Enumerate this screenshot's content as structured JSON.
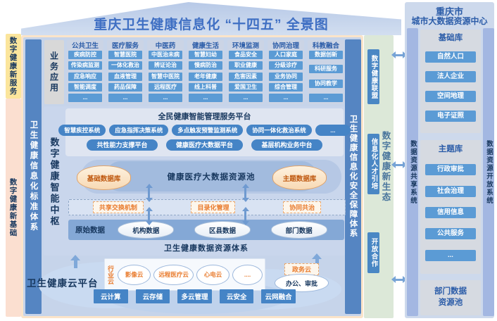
{
  "title": "重庆卫生健康信息化 “十四五” 全景图",
  "colors": {
    "title_blue": "#3f6fc3",
    "rail_blue": "#5585c2",
    "button_blue": "#5b9bd5",
    "panel_blue": "#c6d4ea",
    "cream_frame": "#fbe4c9",
    "yellow_rail": "#fbe59c",
    "peach_rail": "#fbdfd0",
    "green_rail": "#dce8d8",
    "orange_accent": "#e97c2f",
    "dark_navy": "#17375e"
  },
  "left_rails": {
    "new_service": "数字健康新服务",
    "new_foundation": "数字健康新基础",
    "standard_system": "卫生健康信息化标准体系"
  },
  "business": {
    "label": "业务应用",
    "columns": [
      {
        "title": "公共卫生",
        "items": [
          "疾病防控",
          "传染病监测",
          "应急响应",
          "智能调度",
          "..."
        ]
      },
      {
        "title": "医疗服务",
        "items": [
          "智慧医院",
          "一体化救治",
          "血液管理",
          "药品保障",
          "..."
        ]
      },
      {
        "title": "中医药",
        "items": [
          "中医治未病",
          "辨证论治",
          "智慧中医院",
          "远程医疗",
          "..."
        ]
      },
      {
        "title": "健康生活",
        "items": [
          "智慧妇幼",
          "慢病防治",
          "老年健康",
          "线上科普",
          "..."
        ]
      },
      {
        "title": "环境监测",
        "items": [
          "食品安全",
          "职业健康",
          "危害因素",
          "爱国卫生",
          "..."
        ]
      },
      {
        "title": "协同治理",
        "items": [
          "人口家庭",
          "分级诊疗",
          "业务协同",
          "综合管理",
          "..."
        ]
      },
      {
        "title": "科教融合",
        "items": [
          "数据创新",
          "科研服务",
          "协同教学",
          "..."
        ]
      }
    ]
  },
  "hub": {
    "label": "数字健康智能中枢",
    "platform": {
      "title": "全民健康智能管理服务平台",
      "row1": [
        "智慧疾控系统",
        "应急指挥决策系统",
        "多点触发预警监测系统",
        "协同一体化救治系统",
        "..."
      ],
      "row2": [
        "共性能力支撑平台",
        "健康医疗大数据平台",
        "基层机构业务中台"
      ]
    },
    "pool": {
      "base_db": "基础数据库",
      "pool_title": "健康医疗大数据资源池",
      "theme_db": "主题数据库"
    },
    "governance": [
      "共享交换机制",
      "目录化管理",
      "协同共治"
    ],
    "raw": {
      "label": "原始数据",
      "cylinders": [
        "机构数据",
        "区县数据",
        "部门数据"
      ]
    },
    "resource_system_label": "卫生健康数据资源体系"
  },
  "cloud": {
    "title": "卫生健康云平台",
    "industry_label": "行业云",
    "industry_clouds": [
      "影像云",
      "远程医疗云",
      "心电云",
      "...."
    ],
    "gov_label": "政务云",
    "gov_cloud": "办公、审批",
    "capabilities": [
      "云计算",
      "云存储",
      "多云管理",
      "云安全",
      "云网融合"
    ]
  },
  "security_rail": "卫生健康信息化安全保障体系",
  "ecosystem": {
    "label": "数字健康新生态",
    "items": [
      "数字健康联盟",
      "信息化人才引培",
      "开放合作"
    ]
  },
  "right_panel": {
    "title_line1": "重庆市",
    "title_line2": "城市大数据资源中心",
    "share_rail": "数据资源共享系统",
    "open_rail": "数据资源开放系统",
    "base_lib": {
      "title": "基础库",
      "items": [
        "自然人口",
        "法人企业",
        "空间地理",
        "电子证照"
      ]
    },
    "theme_lib": {
      "title": "主题库",
      "items": [
        "行政审批",
        "社会治理",
        "信用信息",
        "公共服务",
        "..."
      ]
    },
    "dept_pool_line1": "部门数据",
    "dept_pool_line2": "资源池"
  }
}
